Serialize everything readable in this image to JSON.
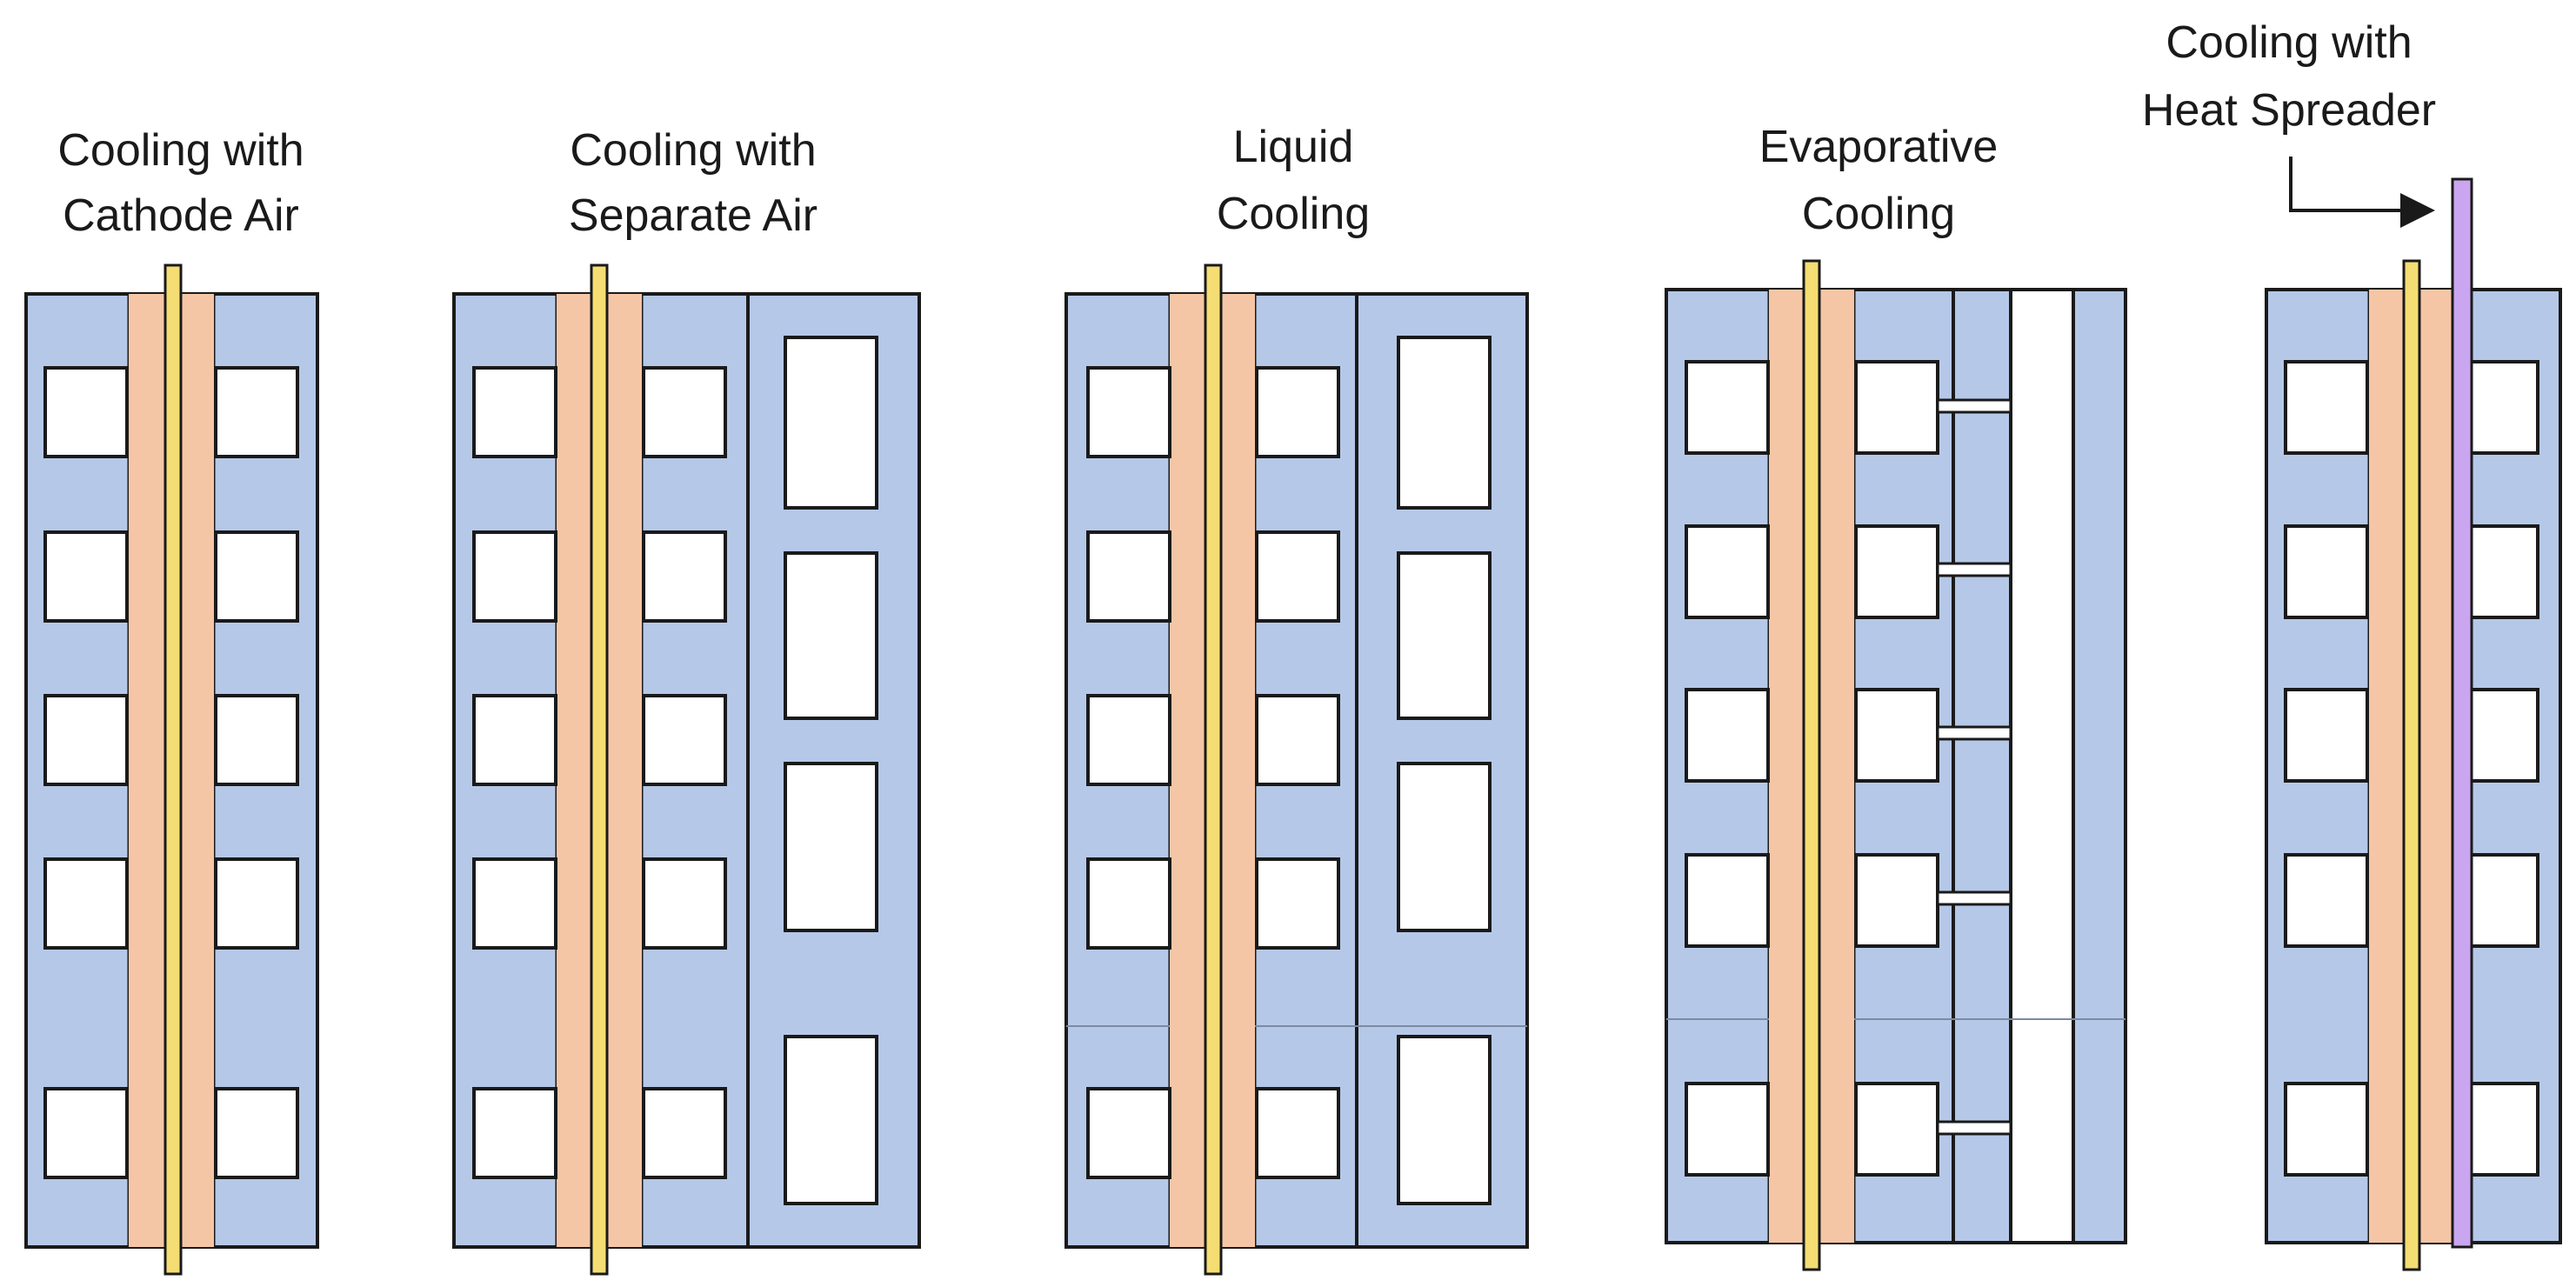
{
  "colors": {
    "plate": "#b5c8e8",
    "membrane": "#f5c6a6",
    "catalyst_layer": "#f4dd72",
    "heat_spreader": "#c9a6ef",
    "channel": "#ffffff",
    "outline": "#1a1a1a"
  },
  "panels": [
    {
      "id": "cathode-air",
      "title": [
        "Cooling with",
        "Cathode Air"
      ]
    },
    {
      "id": "separate-air",
      "title": [
        "Cooling with",
        "Separate Air"
      ]
    },
    {
      "id": "liquid",
      "title": [
        "Liquid",
        "Cooling"
      ]
    },
    {
      "id": "evaporative",
      "title": [
        "Evaporative",
        "Cooling"
      ]
    },
    {
      "id": "heat-spreader",
      "title": [
        "Cooling with",
        "Heat Spreader"
      ]
    }
  ]
}
